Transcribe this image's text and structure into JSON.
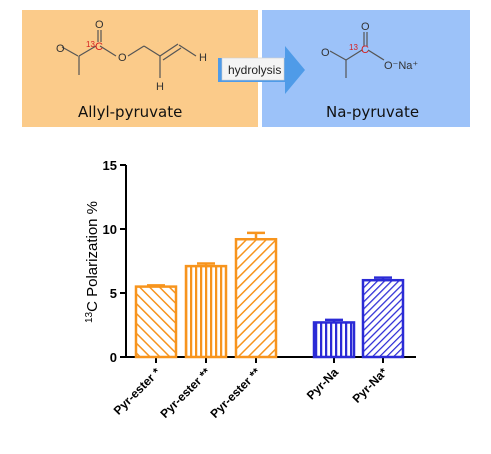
{
  "scheme": {
    "left_label": "Allyl-pyruvate",
    "right_label": "Na-pyruvate",
    "arrow_label": "hydrolysis",
    "isotope_number": "13",
    "atoms": {
      "carbon": "C",
      "oxygen": "O",
      "hydrogen": "H",
      "sodium_anion": "O⁻Na⁺"
    },
    "left_panel_color": "#FBCB8A",
    "right_panel_color": "#9CC2F9",
    "arrow_color": "#4F9BE8"
  },
  "chart_data": {
    "type": "bar",
    "categories": [
      "Pyr-ester *",
      "Pyr-ester **",
      "Pyr-ester **",
      "Pyr-Na",
      "Pyr-Na*"
    ],
    "values": [
      5.5,
      7.1,
      9.2,
      2.7,
      6.0
    ],
    "errors": [
      0.1,
      0.2,
      0.5,
      0.2,
      0.2
    ],
    "colors": [
      "#F7941D",
      "#F7941D",
      "#F7941D",
      "#2B2BD6",
      "#2B2BD6"
    ],
    "hatch": [
      "diag-back",
      "vertical",
      "diag-fwd",
      "vertical",
      "diag-fwd"
    ],
    "ylabel_sup": "13",
    "ylabel": "C Polarization %",
    "ylim": [
      0,
      15
    ],
    "yticks": [
      0,
      5,
      10,
      15
    ],
    "grid": false
  }
}
